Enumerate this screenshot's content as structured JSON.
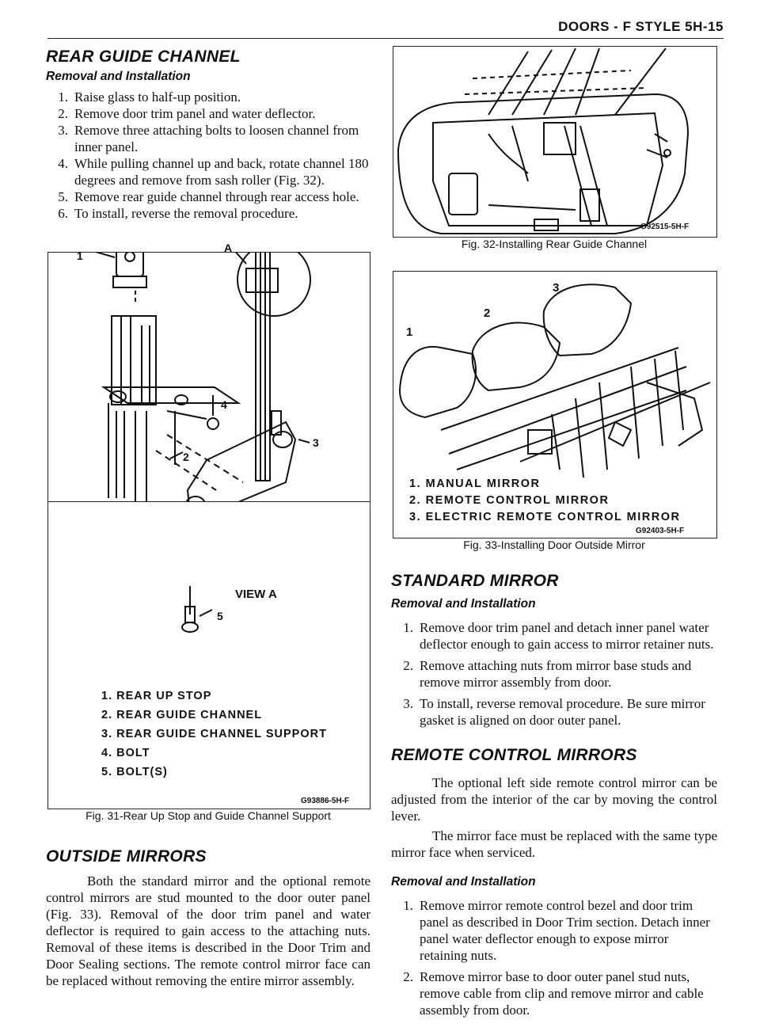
{
  "header": {
    "title": "DOORS - F STYLE 5H-15"
  },
  "rear_guide": {
    "heading": "REAR GUIDE CHANNEL",
    "subheading": "Removal and Installation",
    "steps": [
      {
        "num": "1.",
        "text": "Raise glass to half-up position."
      },
      {
        "num": "2.",
        "text": "Remove door trim panel and water deflector."
      },
      {
        "num": "3.",
        "text": "Remove three attaching bolts to loosen channel from inner panel."
      },
      {
        "num": "4.",
        "text": "While pulling channel up and back, rotate channel 180 degrees and remove from sash roller (Fig. 32)."
      },
      {
        "num": "5.",
        "text": "Remove rear guide channel through rear access hole."
      },
      {
        "num": "6.",
        "text": "To install, reverse the removal procedure."
      }
    ]
  },
  "fig31": {
    "callouts": {
      "c1": "1",
      "cA": "A",
      "c4": "4",
      "c2": "2",
      "c3": "3",
      "c5": "5",
      "view": "VIEW A"
    },
    "legend": [
      "1. REAR UP STOP",
      "2. REAR GUIDE CHANNEL",
      "3. REAR GUIDE CHANNEL SUPPORT",
      "4. BOLT",
      "5. BOLT(S)"
    ],
    "code": "G93886-5H-F",
    "caption": "Fig. 31-Rear Up Stop and Guide Channel Support"
  },
  "outside_mirrors": {
    "heading": "OUTSIDE MIRRORS",
    "paragraph": "Both the standard mirror and the optional remote control mirrors are stud mounted to the door outer panel (Fig. 33). Removal of the door trim panel and water deflector is required to gain access to the attaching nuts. Removal of these items is described in the Door Trim and Door Sealing sections. The remote control mirror face can be replaced without removing the entire mirror assembly."
  },
  "fig32": {
    "code": "G92515-5H-F",
    "caption": "Fig. 32-Installing Rear Guide Channel"
  },
  "fig33": {
    "callouts": {
      "c1": "1",
      "c2": "2",
      "c3": "3"
    },
    "legend": [
      "1. MANUAL MIRROR",
      "2. REMOTE CONTROL MIRROR",
      "3. ELECTRIC REMOTE CONTROL MIRROR"
    ],
    "code": "G92403-5H-F",
    "caption": "Fig. 33-Installing Door Outside Mirror"
  },
  "standard_mirror": {
    "heading": "STANDARD MIRROR",
    "subheading": "Removal and Installation",
    "steps": [
      {
        "num": "1.",
        "text": "Remove door trim panel and detach inner panel water deflector enough to gain access to mirror retainer nuts."
      },
      {
        "num": "2.",
        "text": "Remove attaching nuts from mirror base studs and remove mirror assembly from door."
      },
      {
        "num": "3.",
        "text": "To install, reverse removal procedure. Be sure mirror gasket is aligned on door outer panel."
      }
    ]
  },
  "remote_mirrors": {
    "heading": "REMOTE CONTROL MIRRORS",
    "paragraphs": [
      "The optional left side remote control mirror can be adjusted from the interior of the car by moving the control lever.",
      "The mirror face must be replaced with the same type mirror face when serviced."
    ],
    "subheading": "Removal and Installation",
    "steps": [
      {
        "num": "1.",
        "text": "Remove mirror remote control bezel and door trim panel as described in Door Trim section. Detach inner panel water deflector enough to expose mirror retaining nuts."
      },
      {
        "num": "2.",
        "text": "Remove mirror base to door outer panel stud nuts, remove cable from clip and remove mirror and cable assembly from door."
      }
    ]
  }
}
